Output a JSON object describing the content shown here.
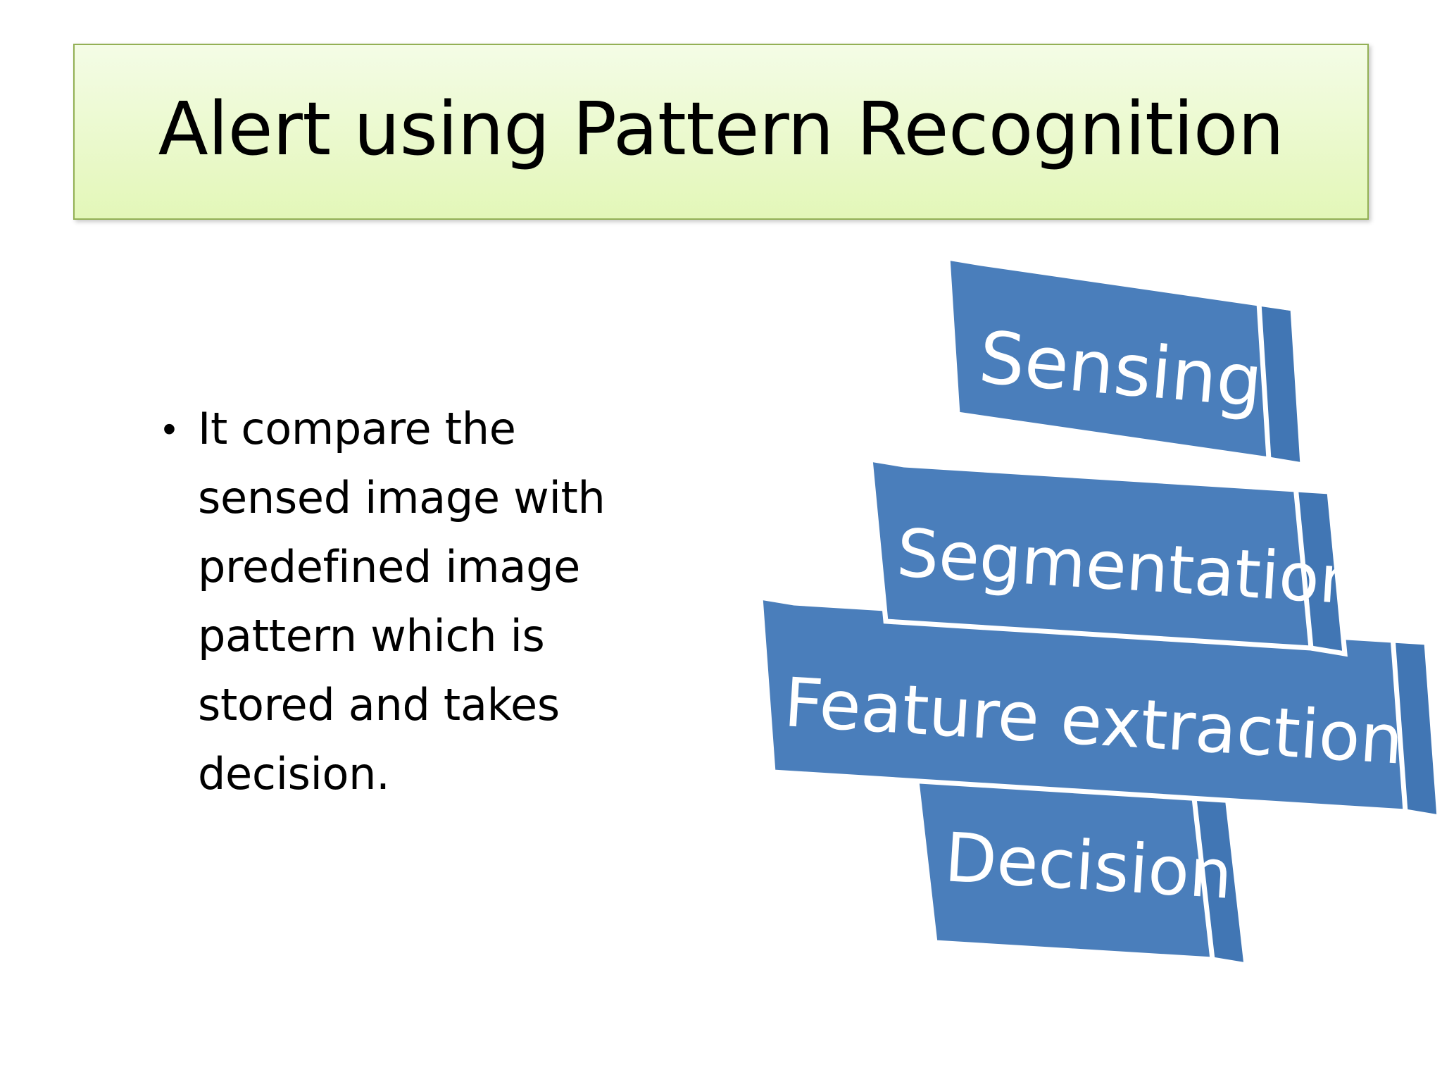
{
  "slide": {
    "background_color": "#ffffff",
    "title": {
      "text": "Alert using Pattern Recognition",
      "border_color": "#93b055",
      "gradient_top": "#f4fce6",
      "gradient_bottom": "#e3f7b8",
      "text_color": "#000000"
    },
    "body": {
      "bullet_marker": "•",
      "bullets": [
        "It compare the sensed image with predefined image pattern which is stored and takes decision."
      ],
      "text_color": "#000000"
    },
    "diagram": {
      "type": "3d-stacked-blocks",
      "accent_color": "#4A7EBB",
      "side_color": "#4176B4",
      "top_color": "#5C8CC6",
      "edge_color": "#ffffff",
      "label_color": "#ffffff",
      "blocks": [
        {
          "label": "Sensing",
          "order": 1
        },
        {
          "label": "Segmentation",
          "order": 2
        },
        {
          "label": "Feature extraction",
          "order": 3
        },
        {
          "label": "Decision",
          "order": 4
        }
      ]
    }
  }
}
